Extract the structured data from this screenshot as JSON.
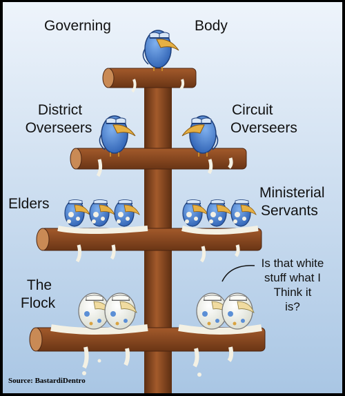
{
  "labels": {
    "governing": "Governing",
    "body": "Body",
    "district_line1": "District",
    "district_line2": "Overseers",
    "circuit_line1": "Circuit",
    "circuit_line2": "Overseers",
    "elders": "Elders",
    "ministerial_line1": "Ministerial",
    "ministerial_line2": "Servants",
    "flock_line1": "The",
    "flock_line2": "Flock"
  },
  "speech_bubble": {
    "line1": "Is that white",
    "line2": "stuff what I",
    "line3": "Think it",
    "line4": "is?"
  },
  "source_credit": "Source: BastardiDentro",
  "colors": {
    "sky_top": "#eef4fb",
    "sky_bottom": "#a9c6e4",
    "wood": "#8b4a22",
    "wood_dark": "#5c2e12",
    "bird_blue": "#4d86d6",
    "bird_dark": "#2c5aa8",
    "beak": "#e6b043",
    "droppings": "#f4f1e4"
  }
}
